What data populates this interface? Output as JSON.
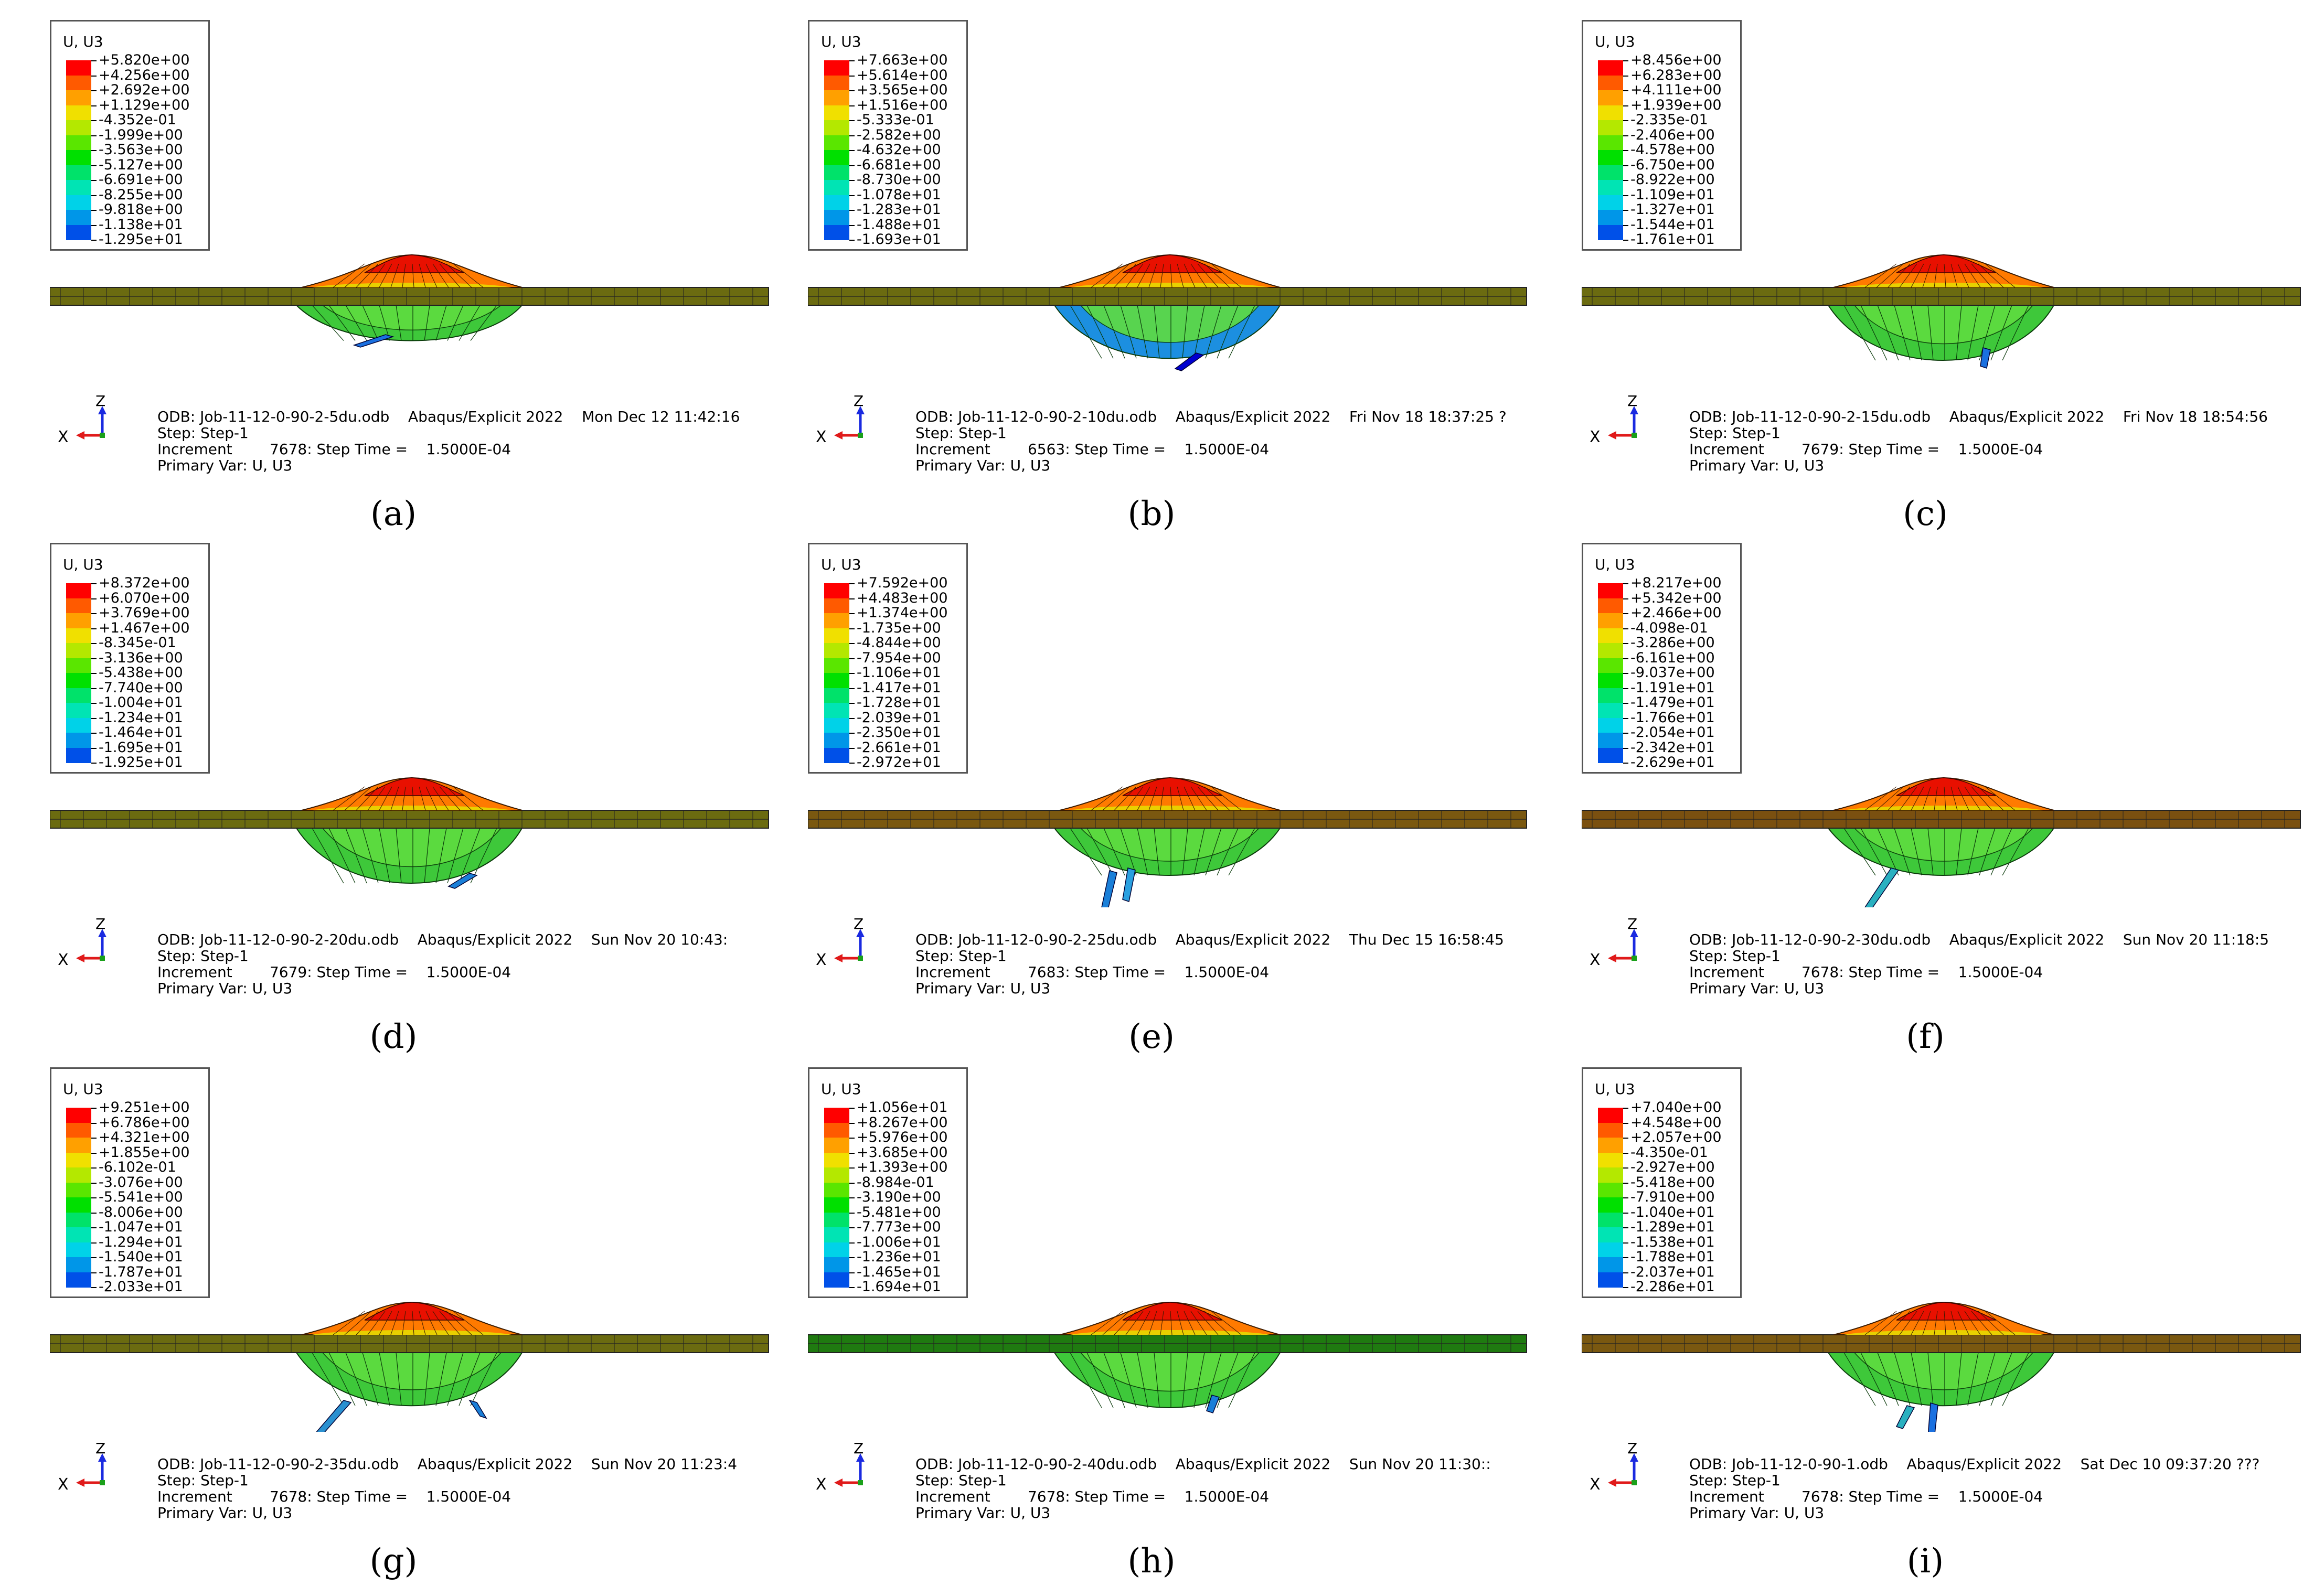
{
  "legend_colors": [
    "#ff0000",
    "#ff5a00",
    "#ffa000",
    "#f0e000",
    "#b4e800",
    "#5ae600",
    "#00e000",
    "#00e26a",
    "#00e4b4",
    "#00d2e8",
    "#0096e8",
    "#0050e8",
    "#0000e0"
  ],
  "triad": {
    "z": "Z",
    "x": "X"
  },
  "panels": [
    {
      "caption": "(a)",
      "legend_title": "U, U3",
      "legend_values": [
        "+5.820e+00",
        "+4.256e+00",
        "+2.692e+00",
        "+1.129e+00",
        "-4.352e-01",
        "-1.999e+00",
        "-3.563e+00",
        "-5.127e+00",
        "-6.691e+00",
        "-8.255e+00",
        "-9.818e+00",
        "-1.138e+01",
        "-1.295e+01"
      ],
      "odb_line": "ODB: Job-11-12-0-90-2-5du.odb    Abaqus/Explicit 2022    Mon Dec 12 11:42:16",
      "step_line": "Step: Step-1",
      "increment_line": "Increment        7678: Step Time =    1.5000E-04",
      "primary_line": "Primary Var: U, U3",
      "plate_color": "#6b6b10",
      "fig_style": "a"
    },
    {
      "caption": "(b)",
      "legend_title": "U, U3",
      "legend_values": [
        "+7.663e+00",
        "+5.614e+00",
        "+3.565e+00",
        "+1.516e+00",
        "-5.333e-01",
        "-2.582e+00",
        "-4.632e+00",
        "-6.681e+00",
        "-8.730e+00",
        "-1.078e+01",
        "-1.283e+01",
        "-1.488e+01",
        "-1.693e+01"
      ],
      "odb_line": "ODB: Job-11-12-0-90-2-10du.odb    Abaqus/Explicit 2022    Fri Nov 18 18:37:25 ?",
      "step_line": "Step: Step-1",
      "increment_line": "Increment        6563: Step Time =    1.5000E-04",
      "primary_line": "Primary Var: U, U3",
      "plate_color": "#6b6b10",
      "fig_style": "b"
    },
    {
      "caption": "(c)",
      "legend_title": "U, U3",
      "legend_values": [
        "+8.456e+00",
        "+6.283e+00",
        "+4.111e+00",
        "+1.939e+00",
        "-2.335e-01",
        "-2.406e+00",
        "-4.578e+00",
        "-6.750e+00",
        "-8.922e+00",
        "-1.109e+01",
        "-1.327e+01",
        "-1.544e+01",
        "-1.761e+01"
      ],
      "odb_line": "ODB: Job-11-12-0-90-2-15du.odb    Abaqus/Explicit 2022    Fri Nov 18 18:54:56",
      "step_line": "Step: Step-1",
      "increment_line": "Increment        7679: Step Time =    1.5000E-04",
      "primary_line": "Primary Var: U, U3",
      "plate_color": "#6b6b10",
      "fig_style": "c"
    },
    {
      "caption": "(d)",
      "legend_title": "U, U3",
      "legend_values": [
        "+8.372e+00",
        "+6.070e+00",
        "+3.769e+00",
        "+1.467e+00",
        "-8.345e-01",
        "-3.136e+00",
        "-5.438e+00",
        "-7.740e+00",
        "-1.004e+01",
        "-1.234e+01",
        "-1.464e+01",
        "-1.695e+01",
        "-1.925e+01"
      ],
      "odb_line": "ODB: Job-11-12-0-90-2-20du.odb    Abaqus/Explicit 2022    Sun Nov 20 10:43:",
      "step_line": "Step: Step-1",
      "increment_line": "Increment        7679: Step Time =    1.5000E-04",
      "primary_line": "Primary Var: U, U3",
      "plate_color": "#6b6b10",
      "fig_style": "d"
    },
    {
      "caption": "(e)",
      "legend_title": "U, U3",
      "legend_values": [
        "+7.592e+00",
        "+4.483e+00",
        "+1.374e+00",
        "-1.735e+00",
        "-4.844e+00",
        "-7.954e+00",
        "-1.106e+01",
        "-1.417e+01",
        "-1.728e+01",
        "-2.039e+01",
        "-2.350e+01",
        "-2.661e+01",
        "-2.972e+01"
      ],
      "odb_line": "ODB: Job-11-12-0-90-2-25du.odb    Abaqus/Explicit 2022    Thu Dec 15 16:58:45",
      "step_line": "Step: Step-1",
      "increment_line": "Increment        7683: Step Time =    1.5000E-04",
      "primary_line": "Primary Var: U, U3",
      "plate_color": "#7a5810",
      "fig_style": "e"
    },
    {
      "caption": "(f)",
      "legend_title": "U, U3",
      "legend_values": [
        "+8.217e+00",
        "+5.342e+00",
        "+2.466e+00",
        "-4.098e-01",
        "-3.286e+00",
        "-6.161e+00",
        "-9.037e+00",
        "-1.191e+01",
        "-1.479e+01",
        "-1.766e+01",
        "-2.054e+01",
        "-2.342e+01",
        "-2.629e+01"
      ],
      "odb_line": "ODB: Job-11-12-0-90-2-30du.odb    Abaqus/Explicit 2022    Sun Nov 20 11:18:5",
      "step_line": "Step: Step-1",
      "increment_line": "Increment        7678: Step Time =    1.5000E-04",
      "primary_line": "Primary Var: U, U3",
      "plate_color": "#7a5010",
      "fig_style": "f"
    },
    {
      "caption": "(g)",
      "legend_title": "U, U3",
      "legend_values": [
        "+9.251e+00",
        "+6.786e+00",
        "+4.321e+00",
        "+1.855e+00",
        "-6.102e-01",
        "-3.076e+00",
        "-5.541e+00",
        "-8.006e+00",
        "-1.047e+01",
        "-1.294e+01",
        "-1.540e+01",
        "-1.787e+01",
        "-2.033e+01"
      ],
      "odb_line": "ODB: Job-11-12-0-90-2-35du.odb    Abaqus/Explicit 2022    Sun Nov 20 11:23:4",
      "step_line": "Step: Step-1",
      "increment_line": "Increment        7678: Step Time =    1.5000E-04",
      "primary_line": "Primary Var: U, U3",
      "plate_color": "#6b6b10",
      "fig_style": "g"
    },
    {
      "caption": "(h)",
      "legend_title": "U, U3",
      "legend_values": [
        "+1.056e+01",
        "+8.267e+00",
        "+5.976e+00",
        "+3.685e+00",
        "+1.393e+00",
        "-8.984e-01",
        "-3.190e+00",
        "-5.481e+00",
        "-7.773e+00",
        "-1.006e+01",
        "-1.236e+01",
        "-1.465e+01",
        "-1.694e+01"
      ],
      "odb_line": "ODB: Job-11-12-0-90-2-40du.odb    Abaqus/Explicit 2022    Sun Nov 20 11:30::",
      "step_line": "Step: Step-1",
      "increment_line": "Increment        7678: Step Time =    1.5000E-04",
      "primary_line": "Primary Var: U, U3",
      "plate_color": "#1f7a10",
      "fig_style": "h"
    },
    {
      "caption": "(i)",
      "legend_title": "U, U3",
      "legend_values": [
        "+7.040e+00",
        "+4.548e+00",
        "+2.057e+00",
        "-4.350e-01",
        "-2.927e+00",
        "-5.418e+00",
        "-7.910e+00",
        "-1.040e+01",
        "-1.289e+01",
        "-1.538e+01",
        "-1.788e+01",
        "-2.037e+01",
        "-2.286e+01"
      ],
      "odb_line": "ODB: Job-11-12-0-90-1.odb    Abaqus/Explicit 2022    Sat Dec 10 09:37:20 ???",
      "step_line": "Step: Step-1",
      "increment_line": "Increment        7678: Step Time =    1.5000E-04",
      "primary_line": "Primary Var: U, U3",
      "plate_color": "#7a5810",
      "fig_style": "i"
    }
  ]
}
